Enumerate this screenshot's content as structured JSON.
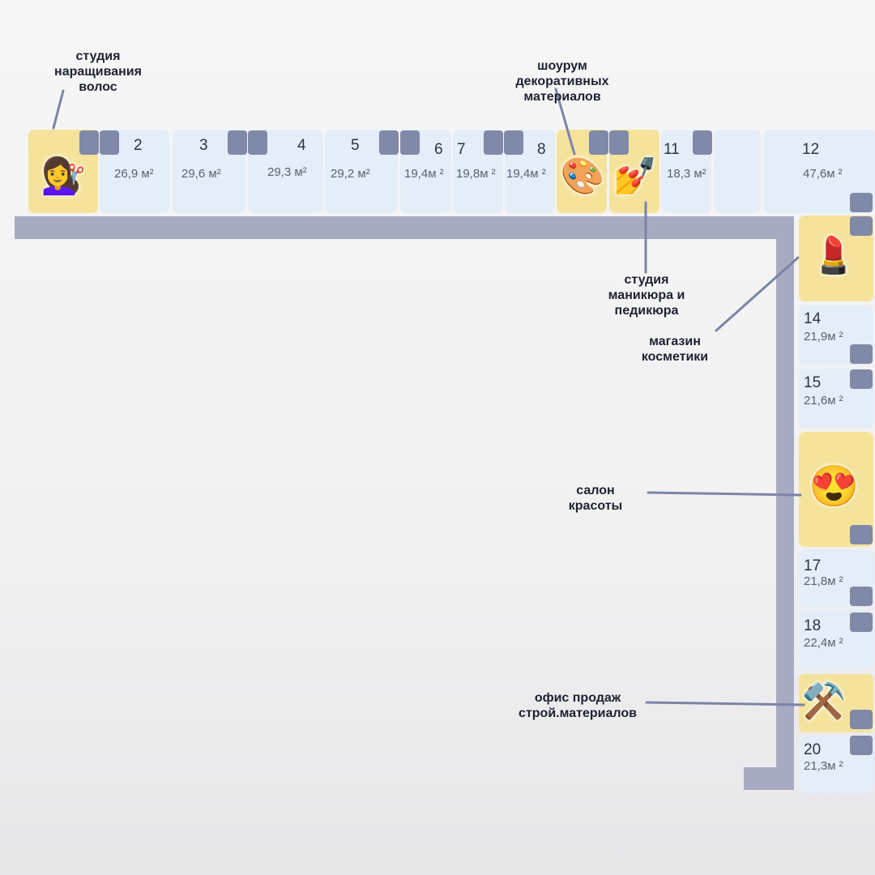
{
  "units": {
    "u2": {
      "num": "2",
      "area": "26,9 м²"
    },
    "u3": {
      "num": "3",
      "area": "29,6 м²"
    },
    "u4": {
      "num": "4",
      "area": "29,3 м²"
    },
    "u5": {
      "num": "5",
      "area": "29,2 м²"
    },
    "u6": {
      "num": "6",
      "area": "19,4м ²"
    },
    "u7": {
      "num": "7",
      "area": "19,8м ²"
    },
    "u8": {
      "num": "8",
      "area": "19,4м ²"
    },
    "u11": {
      "num": "11",
      "area": "18,3 м²"
    },
    "u12": {
      "num": "12",
      "area": "47,6м ²"
    },
    "u14": {
      "num": "14",
      "area": "21,9м ²"
    },
    "u15": {
      "num": "15",
      "area": "21,6м ²"
    },
    "u17": {
      "num": "17",
      "area": "21,8м ²"
    },
    "u18": {
      "num": "18",
      "area": "22,4м ²"
    },
    "u20": {
      "num": "20",
      "area": "21,3м ²"
    }
  },
  "tenants": {
    "hair": {
      "label": "студия\nнаращивания\nволос",
      "emoji": "💇‍♀️",
      "icon": "hairdresser-icon"
    },
    "showroom": {
      "label": "шоурум\nдекоративных\nматериалов",
      "emoji": "🎨",
      "icon": "palette-icon"
    },
    "manicure": {
      "label": "студия\nманикюра и\nпедикюра",
      "emoji": "💅",
      "icon": "nail-polish-icon"
    },
    "cosmetics": {
      "label": "магазин\nкосметики",
      "emoji": "💄",
      "icon": "lipstick-icon"
    },
    "beauty": {
      "label": "салон\nкрасоты",
      "emoji": "😍",
      "icon": "heart-eyes-icon"
    },
    "sales": {
      "label": "офис продаж\nстрой.материалов",
      "emoji": "⚒️",
      "icon": "hammer-pick-icon"
    }
  },
  "colors": {
    "free": "#e3eef9",
    "occupied": "#f5e39c",
    "corridor": "#a7abc2",
    "door": "#8089a8",
    "leader": "#7c84a6"
  }
}
